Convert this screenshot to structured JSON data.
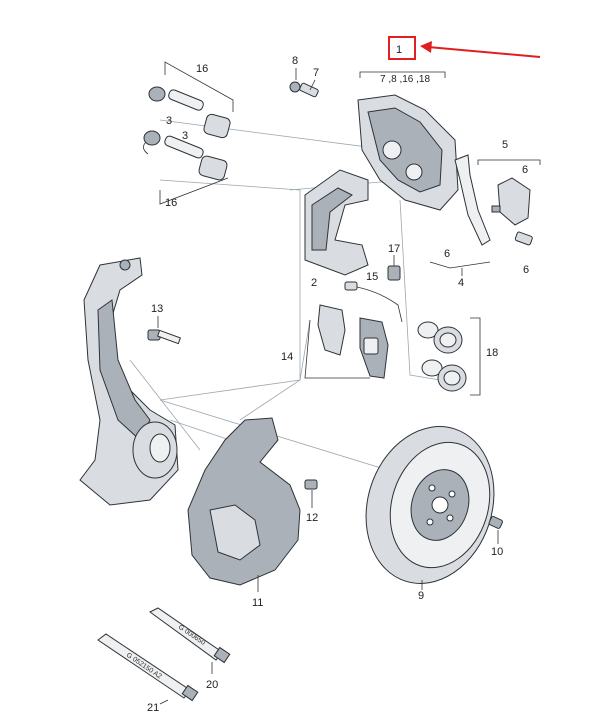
{
  "callouts": {
    "c1": "1",
    "c1_sub": "7 ,8 ,16 ,18",
    "c2": "2",
    "c3a": "3",
    "c3b": "3",
    "c4": "4",
    "c5": "5",
    "c6a": "6",
    "c6b": "6",
    "c6c": "6",
    "c7": "7",
    "c8": "8",
    "c9": "9",
    "c10": "10",
    "c11": "11",
    "c12": "12",
    "c13": "13",
    "c14": "14",
    "c15": "15",
    "c16a": "16",
    "c16b": "16",
    "c17": "17",
    "c18": "18",
    "c20": "20",
    "c21": "21"
  },
  "tube_texts": {
    "tube20": "G 000650",
    "tube21": "G 052150 A2"
  },
  "colors": {
    "highlight": "#e02020",
    "part_fill": "#d9dde1",
    "part_dark": "#aab1b8",
    "outline": "#2e3338",
    "guide": "#9aa7b0"
  }
}
